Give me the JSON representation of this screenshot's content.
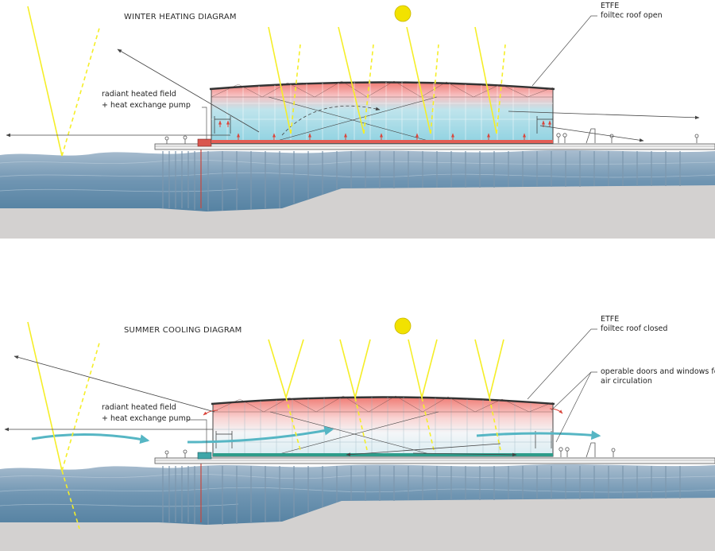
{
  "panels": {
    "winter": {
      "title": "WINTER HEATING DIAGRAM",
      "roof_label_1": "ETFE",
      "roof_label_2": "foiltec roof open",
      "field_label_1": "radiant heated field",
      "field_label_2": "+ heat exchange pump"
    },
    "summer": {
      "title": "SUMMER COOLING DIAGRAM",
      "roof_label_1": "ETFE",
      "roof_label_2": "foiltec roof closed",
      "field_label_1": "radiant heated field",
      "field_label_2": "+ heat exchange pump",
      "doors_label_1": "operable doors and windows for",
      "doors_label_2": "air circulation"
    }
  },
  "colors": {
    "sun": "#f2e200",
    "sun_ray": "#f5ee28",
    "water_top": "#9fb4c7",
    "water_bottom": "#3c6f93",
    "seabed": "#d3d1d0",
    "roof_warm": "#f08a82",
    "glass_cool": "#a8dbe6",
    "airflow": "#56b6c4",
    "heated_strip": "#d9564e",
    "cooled_strip": "#2e9c8a"
  }
}
